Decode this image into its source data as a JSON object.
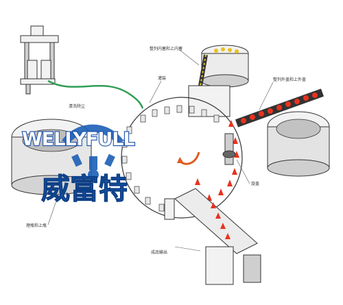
{
  "brand": {
    "name_en": "WELLYFULL",
    "name_cn": "威富特",
    "color": "#1c5fb8"
  },
  "labels": {
    "inner_plug_sorting": "整列内塞和上内塞",
    "vacuum": "灌装",
    "outer_cap_sorting": "整列外盖和上外盖",
    "cleaning_filling": "清洗除尘",
    "screw_cap": "旋盖",
    "bottle_sorting": "理瓶和上瓶",
    "product_output": "成品输出"
  },
  "colors": {
    "cap_red": "#e8321e",
    "tube_green": "#2f9e55",
    "arrow_red": "#e05a1c",
    "machine_line": "#333333"
  }
}
